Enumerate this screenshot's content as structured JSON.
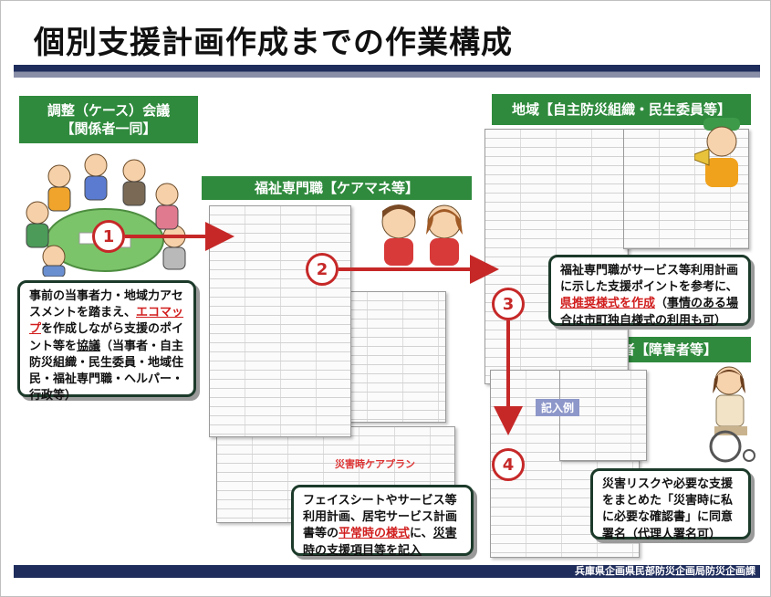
{
  "title": "個別支援計画作成までの作業構成",
  "headers": {
    "meeting_line1": "調整（ケース）会議",
    "meeting_line2": "【関係者一同】",
    "welfare": "福祉専門職【ケアマネ等】",
    "region": "地域【自主防災組織・民生委員等】",
    "evacuee": "避難行動要支援者【障害者等】"
  },
  "steps": [
    "1",
    "2",
    "3",
    "4"
  ],
  "callouts": {
    "c1_a": "事前の当事者力・地域力アセスメントを踏まえ、",
    "c1_hl": "エコマップ",
    "c1_b": "を作成しながら支援のポイント等を",
    "c1_ul": "協議",
    "c1_c": "（当事者・自主防災組織・民生委員・地域住民・福祉専門職・ヘルパー・行政等）",
    "c2_a": "福祉専門職がサービス等利用計画に示した支援ポイントを参考に、",
    "c2_hl": "県推奨様式を作成",
    "c2_b": "（",
    "c2_ul": "事情のある場合は市町独自様式の利用も可",
    "c2_c": "）",
    "c3": "災害リスクや必要な支援をまとめた「災害時に私に必要な確認書」に同意署名（代理人署名可）",
    "c4_a": "フェイスシートやサービス等利用計画、居宅サービス計画書等の",
    "c4_hl": "平常時の様式",
    "c4_b": "に、",
    "c4_ul": "災害時の支援項目等を記入"
  },
  "stamps": {
    "sample": "記入例",
    "disaster_plan": "災害時ケアプラン"
  },
  "footer": "兵庫県企画県民部防災企画局防災企画課",
  "colors": {
    "green": "#2f8a3d",
    "navy": "#1f2d5c",
    "red": "#c62828"
  }
}
